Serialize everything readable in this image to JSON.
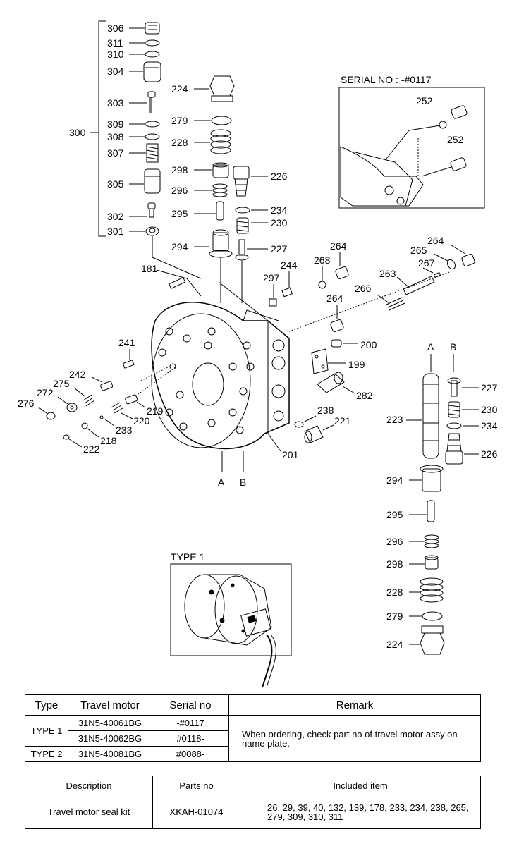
{
  "serial_inset": {
    "title": "SERIAL NO : -#0117",
    "labels": [
      "252",
      "252"
    ]
  },
  "type1_inset": {
    "title": "TYPE 1"
  },
  "part_labels": {
    "p306": "306",
    "p311": "311",
    "p310": "310",
    "p304": "304",
    "p303": "303",
    "p309": "309",
    "p308": "308",
    "p307": "307",
    "p305": "305",
    "p302": "302",
    "p301": "301",
    "p300": "300",
    "p224": "224",
    "p279": "279",
    "p228": "228",
    "p298": "298",
    "p226": "226",
    "p296": "296",
    "p295": "295",
    "p234": "234",
    "p230": "230",
    "p294": "294",
    "p227": "227",
    "p181": "181",
    "p297": "297",
    "p244": "244",
    "p268": "268",
    "p264a": "264",
    "p264b": "264",
    "p264c": "264",
    "p265": "265",
    "p267": "267",
    "p263": "263",
    "p266": "266",
    "p200": "200",
    "p199": "199",
    "p241": "241",
    "p242": "242",
    "p275": "275",
    "p272": "272",
    "p276": "276",
    "p219": "219",
    "p220": "220",
    "p233": "233",
    "p218": "218",
    "p222": "222",
    "p282": "282",
    "p238": "238",
    "p221": "221",
    "p201": "201",
    "pA": "A",
    "pB": "B"
  },
  "spool_column": {
    "A": "A",
    "B": "B",
    "p227": "227",
    "p230": "230",
    "p223": "223",
    "p234": "234",
    "p226": "226",
    "p294": "294",
    "p295": "295",
    "p296": "296",
    "p298": "298",
    "p228": "228",
    "p279": "279",
    "p224": "224"
  },
  "type_table": {
    "headers": [
      "Type",
      "Travel motor",
      "Serial no",
      "Remark"
    ],
    "rows": [
      {
        "type": "TYPE 1",
        "motor": "31N5-40061BG",
        "serial": "-#0117"
      },
      {
        "motor": "31N5-40062BG",
        "serial": "#0118-"
      },
      {
        "type": "TYPE 2",
        "motor": "31N5-40081BG",
        "serial": "#0088-"
      }
    ],
    "remark": "When ordering, check part no of travel motor assy on name plate."
  },
  "kit_table": {
    "headers": [
      "Description",
      "Parts no",
      "Included item"
    ],
    "row": {
      "description": "Travel motor seal kit",
      "parts_no": "XKAH-01074",
      "items": "26, 29, 39, 40, 132, 139, 178, 233, 234, 238, 265, 279, 309, 310, 311"
    }
  }
}
